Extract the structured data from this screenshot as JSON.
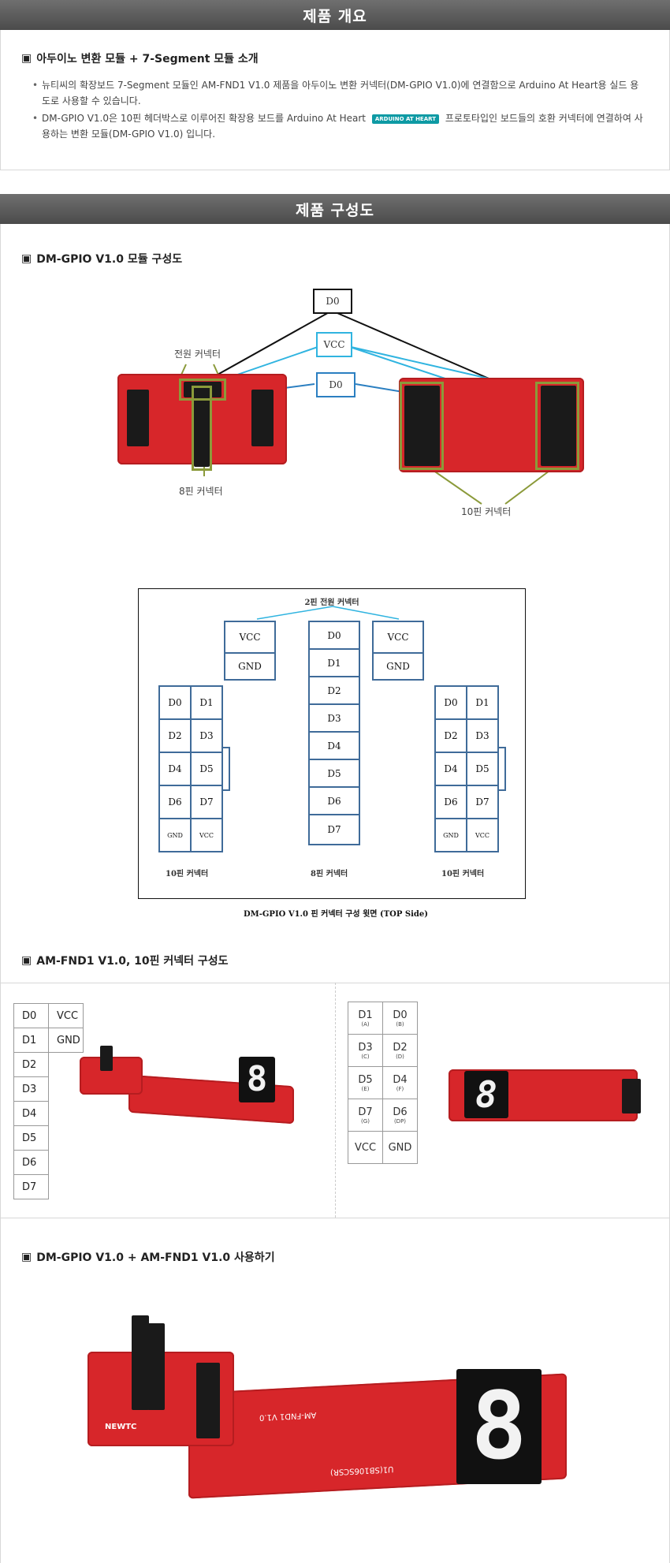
{
  "overview": {
    "header": "제품 개요",
    "subtitle": "아두이노 변환 모듈 + 7-Segment 모듈 소개",
    "square": "▣",
    "bullet1": "뉴티씨의 확장보드 7-Segment 모듈인 AM-FND1 V1.0 제품을 아두이노 변환 커넥터(DM-GPIO V1.0)에 연결함으로 Arduino At Heart용 실드 용도로 사용할 수 있습니다.",
    "bullet2_a": "DM-GPIO V1.0은 10핀 헤더박스로 이루어진 확장용 보드를 Arduino At Heart",
    "bullet2_badge": "ARDUINO AT HEART",
    "bullet2_b": "프로토타입인 보드들의 호환 커넥터에 연결하여 사용하는 변환 모듈(DM-GPIO V1.0) 입니다."
  },
  "structure": {
    "header": "제품 구성도",
    "sub1": "DM-GPIO V1.0 모듈 구성도",
    "labels": {
      "d0_top": "D0",
      "vcc": "VCC",
      "d0_mid": "D0",
      "power": "전원 커넥터",
      "pin8": "8핀 커넥터",
      "pin10": "10핀 커넥터"
    },
    "diagram": {
      "top": "2핀 전원 커넥터",
      "vcc": "VCC",
      "gnd": "GND",
      "pins8": [
        "D0",
        "D1",
        "D2",
        "D3",
        "D4",
        "D5",
        "D6",
        "D7"
      ],
      "left10": [
        [
          "D0",
          "D1"
        ],
        [
          "D2",
          "D3"
        ],
        [
          "D4",
          "D5"
        ],
        [
          "D6",
          "D7"
        ],
        [
          "GND",
          "VCC"
        ]
      ],
      "right10": [
        [
          "D0",
          "D1"
        ],
        [
          "D2",
          "D3"
        ],
        [
          "D4",
          "D5"
        ],
        [
          "D6",
          "D7"
        ],
        [
          "GND",
          "VCC"
        ]
      ],
      "cap_left": "10핀 커넥터",
      "cap_mid": "8핀 커넥터",
      "cap_right": "10핀 커넥터",
      "caption": "DM-GPIO V1.0 핀 커넥터 구성 윗면 (TOP Side)"
    },
    "sub2": "AM-FND1 V1.0, 10핀 커넥터 구성도",
    "left_table": {
      "row1": [
        "D0",
        "VCC"
      ],
      "row2": [
        "D1",
        "GND"
      ],
      "rest": [
        "D2",
        "D3",
        "D4",
        "D5",
        "D6",
        "D7"
      ]
    },
    "right_table": [
      [
        {
          "p": "D1",
          "s": "(A)"
        },
        {
          "p": "D0",
          "s": "(B)"
        }
      ],
      [
        {
          "p": "D3",
          "s": "(C)"
        },
        {
          "p": "D2",
          "s": "(D)"
        }
      ],
      [
        {
          "p": "D5",
          "s": "(E)"
        },
        {
          "p": "D4",
          "s": "(F)"
        }
      ],
      [
        {
          "p": "D7",
          "s": "(G)"
        },
        {
          "p": "D6",
          "s": "(DP)"
        }
      ],
      [
        {
          "p": "VCC",
          "s": ""
        },
        {
          "p": "GND",
          "s": ""
        }
      ]
    ],
    "sub3": "DM-GPIO V1.0 + AM-FND1 V1.0 사용하기",
    "board_text": {
      "newtc": "NEWTC",
      "model": "AM-FND1 V1.0",
      "ic": "U1(SB106SCSR)",
      "digit": "8"
    }
  },
  "colors": {
    "header_bg": "#555555",
    "pcb_red": "#d7262a",
    "olive": "#8b9a3a",
    "blue": "#2b7fc1",
    "cyan": "#30b4e0"
  }
}
